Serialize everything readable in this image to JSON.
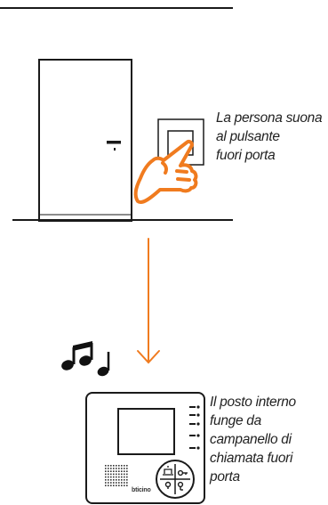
{
  "captions": {
    "doorbell_press": [
      "La persona suona",
      "al pulsante",
      "fuori porta"
    ],
    "intercom_rings": [
      "Il posto interno",
      "funge da",
      "campanello di",
      "chiamata fuori",
      "porta"
    ]
  },
  "handset": {
    "brand": "bticino"
  },
  "colors": {
    "hand": "#f07b1f",
    "arrow": "#f07b1f",
    "line": "#1a1a1a"
  },
  "icons": [
    "pointing-hand-icon",
    "down-arrow-icon",
    "music-notes-icon",
    "key-icon",
    "bell-icon",
    "light-icon"
  ]
}
